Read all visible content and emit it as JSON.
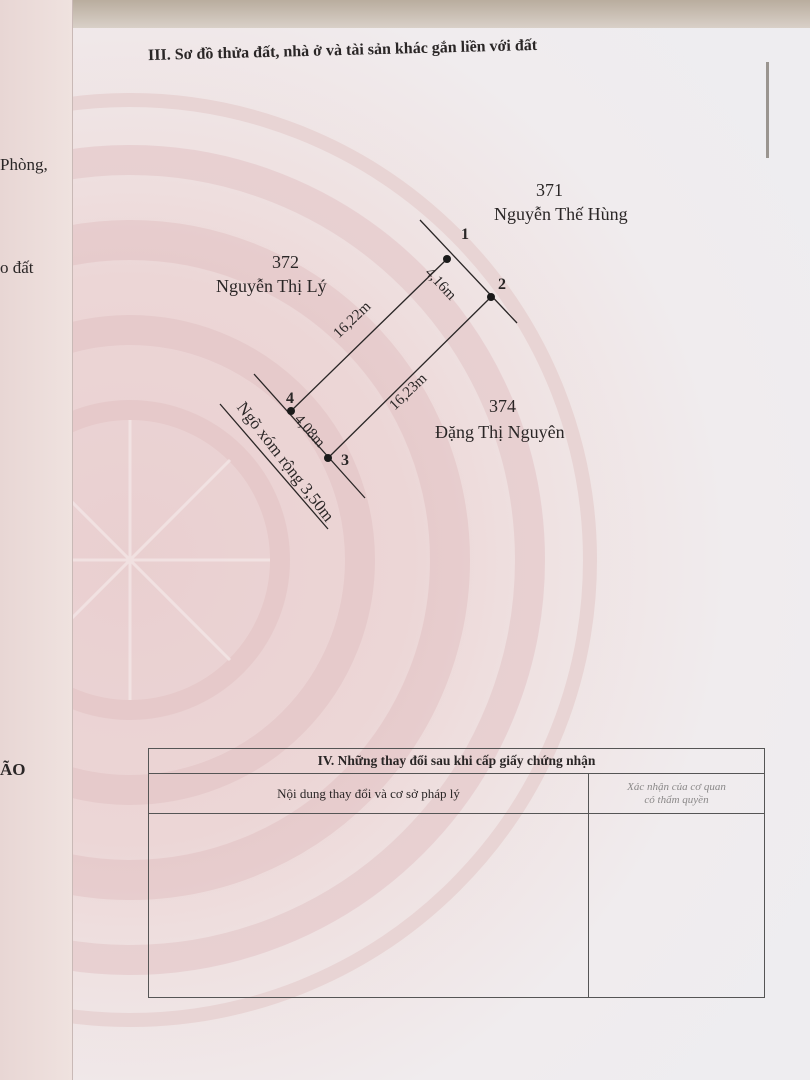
{
  "section_iii": {
    "title": "III. Sơ đồ thửa đất, nhà ở và tài sản khác gắn liền với đất"
  },
  "left_page_fragments": [
    "Phòng,",
    "o đất",
    "ÃO"
  ],
  "diagram": {
    "parcels": [
      {
        "number": "371",
        "owner": "Nguyễn Thế Hùng"
      },
      {
        "number": "372",
        "owner": "Nguyễn Thị Lý"
      },
      {
        "number": "374",
        "owner": "Đặng Thị Nguyên"
      }
    ],
    "points": [
      "1",
      "2",
      "3",
      "4"
    ],
    "edges": {
      "e12": "4,16m",
      "e23": "16,23m",
      "e34": "4,08m",
      "e41": "16,22m"
    },
    "road": "Ngõ xóm rộng 3,50m"
  },
  "section_iv": {
    "title": "IV. Những thay đổi sau khi cấp giấy chứng nhận",
    "col_content": "Nội dung thay đổi và cơ sở pháp lý",
    "col_confirm_line1": "Xác nhận của cơ quan",
    "col_confirm_line2": "có thẩm quyền"
  },
  "colors": {
    "paper": "#efe2e2",
    "pattern": "#e6c8c9",
    "ink": "#2a2626"
  }
}
